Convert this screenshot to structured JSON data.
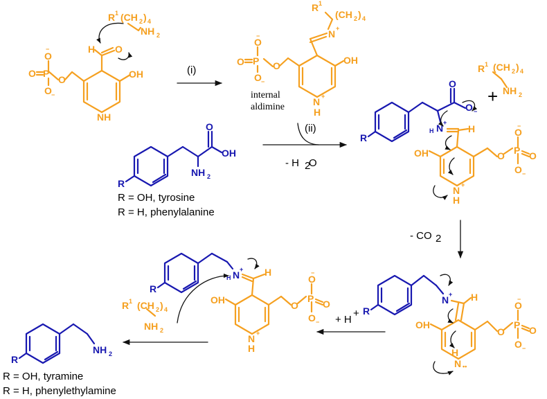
{
  "colors": {
    "cofactor": "#f5a020",
    "substrate": "#1818b0",
    "arrow": "#111111"
  },
  "atoms": {
    "oxygen": "O",
    "hydroxyl": "OH",
    "phosphorus": "P",
    "nitrogen": "N",
    "nitrogen_h": "NH",
    "hydrogen": "H",
    "amine": "NH2",
    "amine_plain": "NH",
    "amine_sub": "2",
    "aldehyde_h": "H",
    "r_group": "R",
    "r_super": "1",
    "chain": "(CH",
    "chain_sub": "2",
    "chain_close": ")",
    "chain_count": "4",
    "minus": "−",
    "plus": "+",
    "lone_pair": "••"
  },
  "labels": {
    "step_i": "(i)",
    "step_ii": "(ii)",
    "internal_aldimine_l1": "internal",
    "internal_aldimine_l2": "aldimine",
    "minus_water": "- H",
    "water_sub": "2",
    "water_o": "O",
    "minus_co2": "- CO",
    "co2_sub": "2",
    "plus_h": "+ H",
    "plus_h_sup": "+",
    "plus_lysine": "+",
    "substrate_tyr": "R = OH, tyrosine",
    "substrate_phe": "R = H, phenylalanine",
    "product_tyramine": "R = OH, tyramine",
    "product_pea": "R = H, phenylethylamine"
  }
}
